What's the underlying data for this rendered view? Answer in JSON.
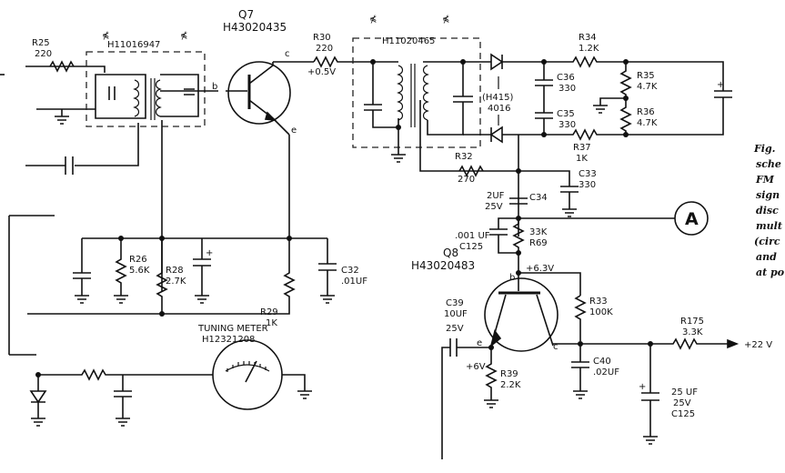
{
  "parts": {
    "r25": {
      "ref": "R25",
      "value": "220"
    },
    "t1": {
      "ref": "H11016947"
    },
    "q7": {
      "ref": "Q7",
      "part": "H43020435"
    },
    "r30": {
      "ref": "R30",
      "value": "220",
      "voltage": "+0.5V"
    },
    "t2": {
      "ref": "H11020465"
    },
    "d1": {
      "ref": "(H415)",
      "part": "4016"
    },
    "r34": {
      "ref": "R34",
      "value": "1.2K"
    },
    "c36": {
      "ref": "C36",
      "value": "330"
    },
    "c35": {
      "ref": "C35",
      "value": "330"
    },
    "r35": {
      "ref": "R35",
      "value": "4.7K"
    },
    "r36": {
      "ref": "R36",
      "value": "4.7K"
    },
    "r37": {
      "ref": "R37",
      "value": "1K"
    },
    "c33": {
      "ref": "C33",
      "value": "330"
    },
    "r32": {
      "ref": "R32",
      "value": "270"
    },
    "c34": {
      "ref": "C34",
      "value": "2UF",
      "voltage": "25V"
    },
    "c125a": {
      "value": ".001 UF",
      "ref": "C125"
    },
    "r69": {
      "value": "33K",
      "ref": "R69"
    },
    "point_a": "A",
    "r26": {
      "ref": "R26",
      "value": "5.6K"
    },
    "r28": {
      "ref": "R28",
      "value": "2.7K"
    },
    "r29": {
      "ref": "R29",
      "value": "1K"
    },
    "c32": {
      "ref": "C32",
      "value": ".01UF"
    },
    "q8": {
      "ref": "Q8",
      "part": "H43020483",
      "voltage": "+6.3V"
    },
    "c39": {
      "ref": "C39",
      "value": "10UF",
      "voltage": "25V"
    },
    "r33": {
      "ref": "R33",
      "value": "100K"
    },
    "r39": {
      "ref": "R39",
      "value": "2.2K",
      "voltage": "+6V"
    },
    "c40": {
      "ref": "C40",
      "value": ".02UF"
    },
    "r175": {
      "ref": "R175",
      "value": "3.3K"
    },
    "supply": "+22 V",
    "c125b": {
      "value": "25 UF",
      "voltage": "25V",
      "ref": "C125"
    },
    "meter": {
      "title": "TUNING METER",
      "part": "H12321208"
    },
    "terminals": {
      "b": "b",
      "c": "c",
      "e": "e"
    }
  },
  "caption": [
    "Fig.",
    "sche",
    "FM",
    "sign",
    "disc",
    "mult",
    "(circ",
    "and",
    "at po"
  ],
  "colors": {
    "ink": "#111111",
    "paper": "#ffffff"
  }
}
